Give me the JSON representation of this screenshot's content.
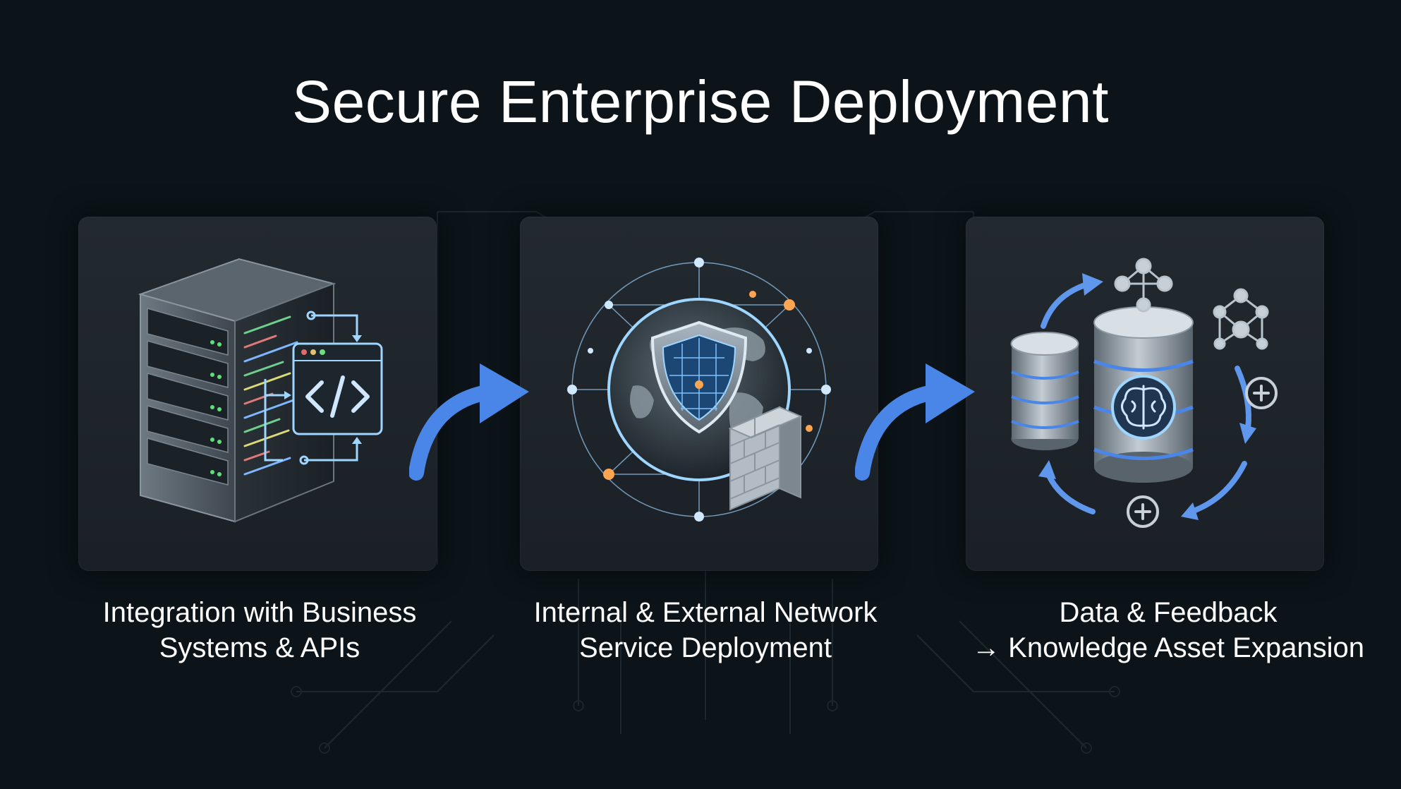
{
  "slide": {
    "title": "Secure Enterprise Deployment"
  },
  "steps": [
    {
      "icon": "server-code-icon",
      "caption_line1": "Integration with Business",
      "caption_line2": "Systems & APIs"
    },
    {
      "icon": "globe-shield-firewall-icon",
      "caption_line1": "Internal & External Network",
      "caption_line2": "Service Deployment"
    },
    {
      "icon": "database-brain-cycle-icon",
      "caption_line1": "Data & Feedback",
      "caption_line2": "→ Knowledge Asset Expansion"
    }
  ],
  "colors": {
    "background": "#0c1419",
    "panel": "#1f262c",
    "accent_blue": "#4a86e8",
    "glow_cyan": "#9fd6ff",
    "glow_orange": "#ffa552",
    "text": "#ffffff"
  }
}
